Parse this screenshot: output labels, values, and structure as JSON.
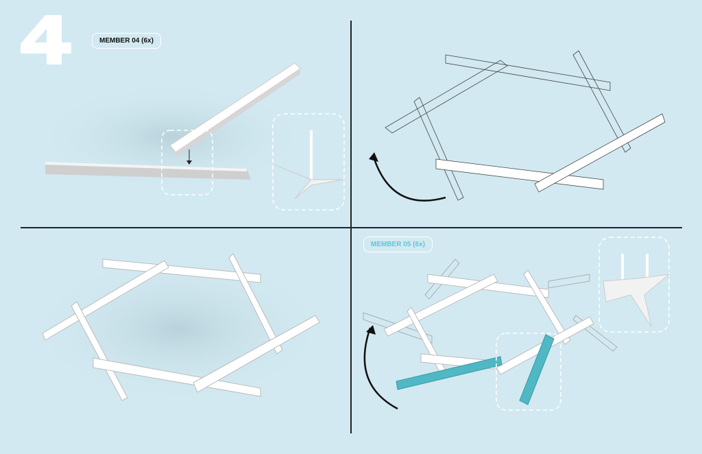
{
  "step": {
    "number": "4"
  },
  "panels": [
    {
      "label": "MEMBER 04 (6x)"
    },
    {
      "label": ""
    },
    {
      "label": ""
    },
    {
      "label": "MEMBER 05 (6x)"
    }
  ],
  "colors": {
    "background": "#d2e9f1",
    "member": "#ffffff",
    "highlight": "#4fb8c4",
    "accent_label": "#5ec6dc"
  }
}
